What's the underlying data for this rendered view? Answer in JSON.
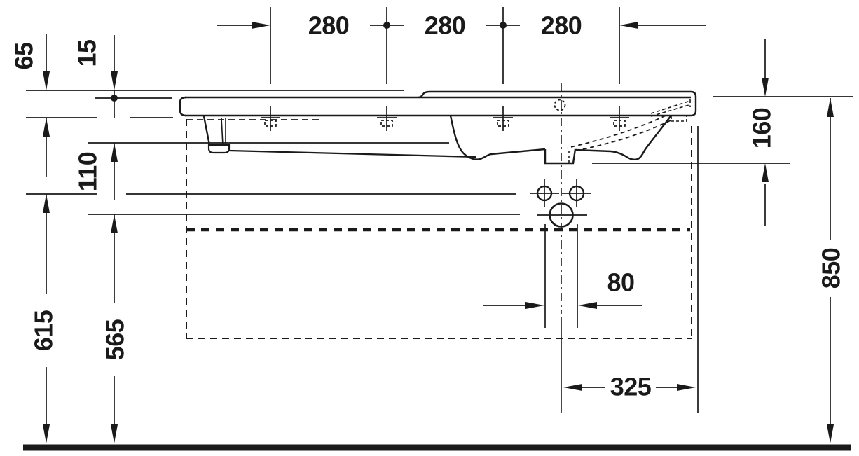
{
  "figure": {
    "type": "technical-dimension-drawing",
    "subject": "washbasin side elevation with installation dimensions"
  },
  "colors": {
    "line": "#1a1a1a",
    "background": "#ffffff"
  },
  "dimensions": {
    "top_row": [
      {
        "label": "280"
      },
      {
        "label": "280"
      },
      {
        "label": "280"
      }
    ],
    "left": [
      {
        "label": "65"
      },
      {
        "label": "15"
      },
      {
        "label": "110"
      },
      {
        "label": "615"
      },
      {
        "label": "565"
      }
    ],
    "right": [
      {
        "label": "160"
      },
      {
        "label": "850"
      }
    ],
    "bottom": [
      {
        "label": "80"
      },
      {
        "label": "325"
      }
    ]
  }
}
